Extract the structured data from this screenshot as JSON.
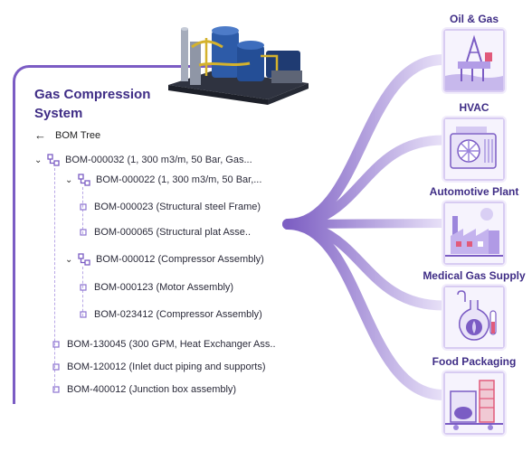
{
  "panel": {
    "title": "Gas Compression System",
    "back_label": "BOM Tree",
    "back_icon": "arrow-left-icon"
  },
  "tree": [
    {
      "label": "BOM-000032 (1, 300 m3/m, 50 Bar, Gas...",
      "type": "group",
      "expanded": true,
      "level": 0
    },
    {
      "label": "BOM-000022 (1, 300 m3/m, 50 Bar,...",
      "type": "group",
      "expanded": true,
      "level": 1
    },
    {
      "label": "BOM-000023 (Structural steel Frame)",
      "type": "leaf",
      "level": 2
    },
    {
      "label": "BOM-000065 (Structural plat Asse..",
      "type": "leaf",
      "level": 2
    },
    {
      "label": "BOM-000012 (Compressor Assembly)",
      "type": "group",
      "expanded": true,
      "level": 1
    },
    {
      "label": "BOM-000123 (Motor Assembly)",
      "type": "leaf",
      "level": 2
    },
    {
      "label": "BOM-023412 (Compressor Assembly)",
      "type": "leaf",
      "level": 2
    },
    {
      "label": "BOM-130045 (300 GPM, Heat Exchanger Ass..",
      "type": "leaf",
      "level": 0
    },
    {
      "label": "BOM-120012 (Inlet duct piping and supports)",
      "type": "leaf",
      "level": 0
    },
    {
      "label": "BOM-400012 (Junction box assembly)",
      "type": "leaf",
      "level": 0
    }
  ],
  "categories": [
    {
      "label": "Oil & Gas",
      "icon": "oil-rig-icon"
    },
    {
      "label": "HVAC",
      "icon": "hvac-unit-icon"
    },
    {
      "label": "Automotive Plant",
      "icon": "factory-icon"
    },
    {
      "label": "Medical Gas Supply",
      "icon": "medical-gas-icon"
    },
    {
      "label": "Food Packaging",
      "icon": "food-machine-icon"
    }
  ],
  "colors": {
    "accent": "#7b5cc4",
    "title": "#3f2d86",
    "flow_light": "#e4dbf6",
    "flow_dark": "#7d5fc3"
  }
}
